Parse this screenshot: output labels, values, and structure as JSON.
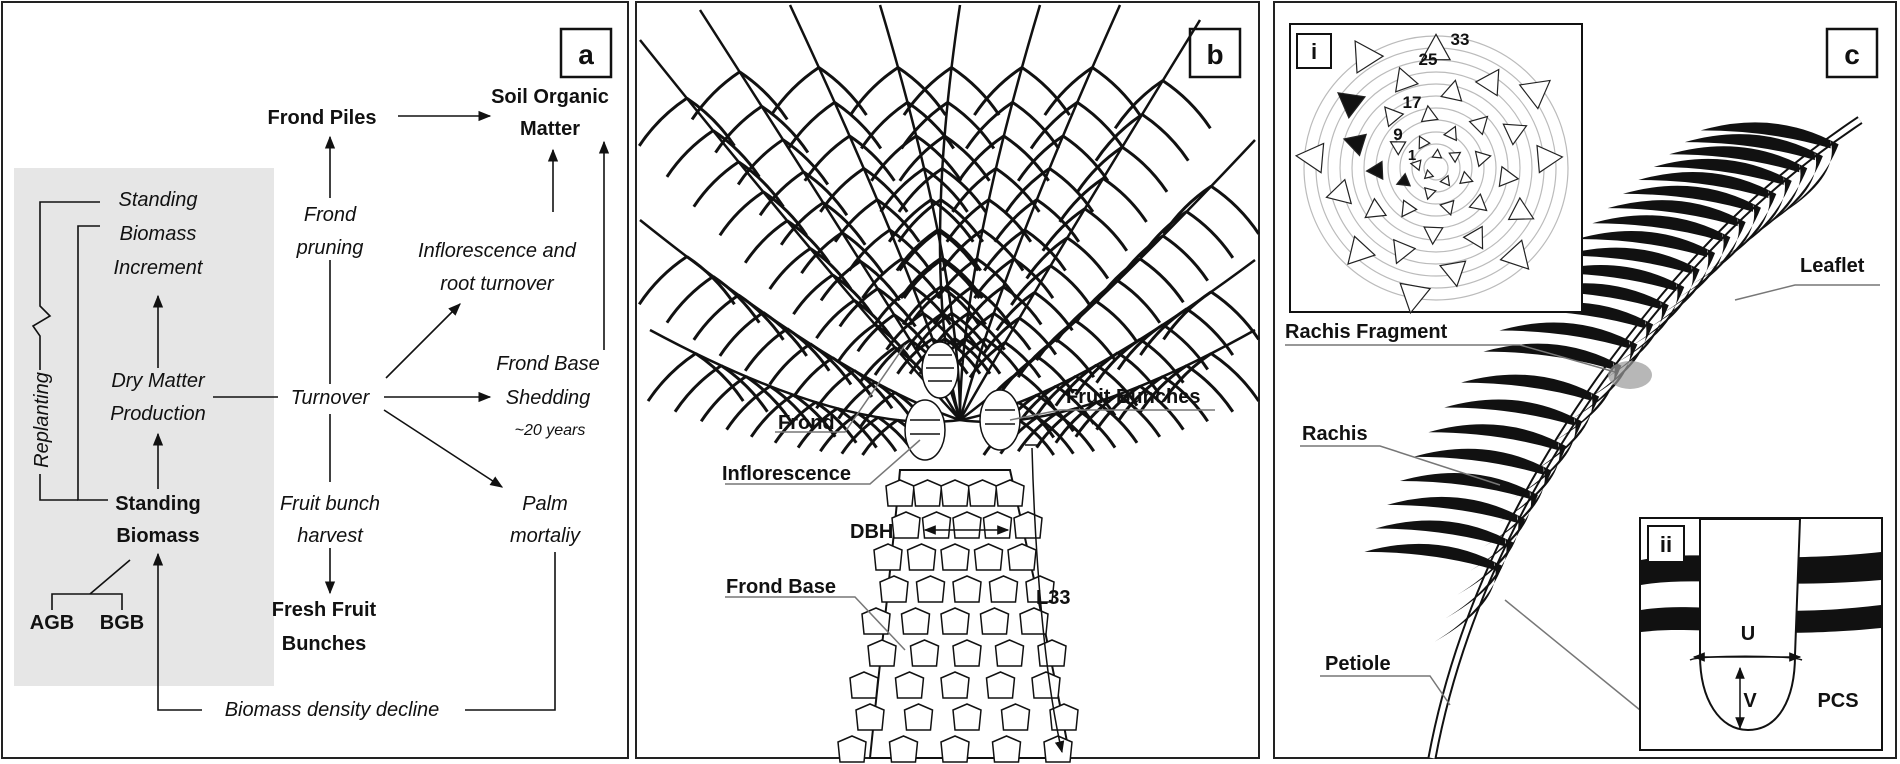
{
  "panels": {
    "a": {
      "tag": "a",
      "nodes": {
        "frond_piles": "Frond Piles",
        "som_line1": "Soil Organic",
        "som_line2": "Matter",
        "sbi_line1": "Standing",
        "sbi_line2": "Biomass",
        "sbi_line3": "Increment",
        "frond_line1": "Frond",
        "frond_line2": "pruning",
        "inflo_line1": "Inflorescence and",
        "inflo_line2": "root turnover",
        "dmp_line1": "Dry Matter",
        "dmp_line2": "Production",
        "turnover": "Turnover",
        "fbs_line1": "Frond Base",
        "fbs_line2": "Shedding",
        "fbs_line3": "~20 years",
        "replanting": "Replanting",
        "sb_line1": "Standing",
        "sb_line2": "Biomass",
        "fbh_line1": "Fruit bunch",
        "fbh_line2": "harvest",
        "pm_line1": "Palm",
        "pm_line2": "mortaliy",
        "ffb_line1": "Fresh Fruit",
        "ffb_line2": "Bunches",
        "agb": "AGB",
        "bgb": "BGB",
        "bdd": "Biomass density decline"
      }
    },
    "b": {
      "tag": "b",
      "labels": {
        "frond": "Frond",
        "inflorescence": "Inflorescence",
        "fruit_bunches": "Fruit Bunches",
        "dbh": "DBH",
        "frond_base": "Frond Base",
        "l33": "L33"
      }
    },
    "c": {
      "tag": "c",
      "labels": {
        "leaflet": "Leaflet",
        "rachis_fragment": "Rachis Fragment",
        "rachis": "Rachis",
        "petiole": "Petiole"
      },
      "inset_i": {
        "tag": "i",
        "numbers": [
          "33",
          "25",
          "17",
          "9",
          "1"
        ]
      },
      "inset_ii": {
        "tag": "ii",
        "u": "U",
        "v": "V",
        "pcs": "PCS"
      }
    }
  }
}
